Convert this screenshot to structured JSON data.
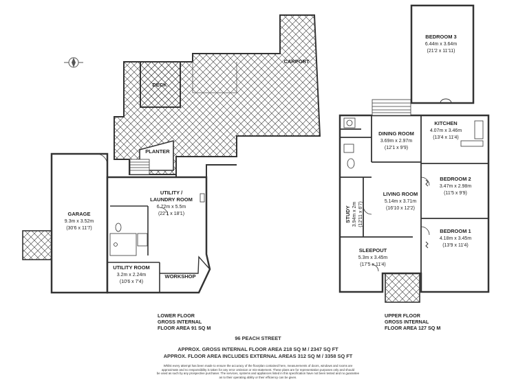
{
  "rooms": {
    "carport": {
      "name": "CARPORT"
    },
    "deck": {
      "name": "DECK"
    },
    "planter": {
      "name": "PLANTER"
    },
    "garage": {
      "name": "GARAGE",
      "metric": "9.3m x 3.52m",
      "imperial": "(30'6 x 11'7)"
    },
    "utility_laundry": {
      "name1": "UTILITY /",
      "name2": "LAUNDRY ROOM",
      "metric": "6.72m x 5.5m",
      "imperial": "(22'1 x 18'1)"
    },
    "utility_room": {
      "name": "UTILITY ROOM",
      "metric": "3.2m x 2.24m",
      "imperial": "(10'6 x 7'4)"
    },
    "workshop": {
      "name": "WORKSHOP"
    },
    "bedroom3": {
      "name": "BEDROOM 3",
      "metric": "6.44m x 3.64m",
      "imperial": "(21'2 x 11'11)"
    },
    "kitchen": {
      "name": "KITCHEN",
      "metric": "4.07m x 3.46m",
      "imperial": "(13'4 x 11'4)"
    },
    "dining": {
      "name": "DINING ROOM",
      "metric": "3.69m x 2.97m",
      "imperial": "(12'1 x 9'9)"
    },
    "bedroom2": {
      "name": "BEDROOM 2",
      "metric": "3.47m x 2.98m",
      "imperial": "(11'5 x 9'9)"
    },
    "living": {
      "name": "LIVING ROOM",
      "metric": "5.14m x 3.71m",
      "imperial": "(16'10 x 12'2)"
    },
    "study": {
      "name": "STUDY",
      "metric": "3.94m x 2m",
      "imperial": "(12'11 x 6'7)"
    },
    "bedroom1": {
      "name": "BEDROOM 1",
      "metric": "4.18m x 3.45m",
      "imperial": "(13'9 x 11'4)"
    },
    "sleepout": {
      "name": "SLEEPOUT",
      "metric": "5.3m x 3.45m",
      "imperial": "(17'5 x 11'4)"
    }
  },
  "floors": {
    "lower": {
      "line1": "LOWER FLOOR",
      "line2": "GROSS INTERNAL",
      "line3": "FLOOR AREA 91 SQ M"
    },
    "upper": {
      "line1": "UPPER FLOOR",
      "line2": "GROSS INTERNAL",
      "line3": "FLOOR AREA 127 SQ M"
    }
  },
  "footer": {
    "address": "96 PEACH STREET",
    "gross_area": "APPROX. GROSS INTERNAL FLOOR AREA 218 SQ M / 2347 SQ FT",
    "external_area": "APPROX. FLOOR AREA INCLUDES EXTERNAL AREAS 312 SQ M / 3358 SQ FT",
    "disclaimer1": "Whilst every attempt has been made to ensure the accuracy of the floorplan contained here, measurements of doors, windows and rooms are",
    "disclaimer2": "approximate and no responsibility is taken for any error omission or mis-statement. These plans are for representation purposes only and should",
    "disclaimer3": "be used as such by any prospective purchaser. The services, systems and appliances listed in this specification have not been tested and no guarantee",
    "disclaimer4": "as to their operating ability or their efficiency can be given."
  },
  "colors": {
    "wall": "#333333",
    "hatch": "#555555",
    "background": "#ffffff"
  },
  "icons": [
    "compass-icon"
  ]
}
